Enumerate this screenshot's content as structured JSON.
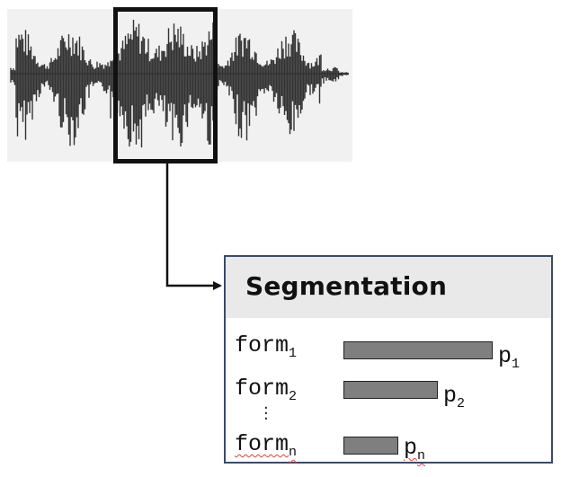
{
  "panel": {
    "title": "Segmentation"
  },
  "rows": [
    {
      "form_base": "form",
      "form_sub": "1",
      "prob_base": "p",
      "prob_sub": "1",
      "value": 0.95
    },
    {
      "form_base": "form",
      "form_sub": "2",
      "prob_base": "p",
      "prob_sub": "2",
      "value": 0.6
    },
    {
      "form_base": "form",
      "form_sub": "n",
      "prob_base": "p",
      "prob_sub": "n",
      "value": 0.35
    }
  ],
  "colors": {
    "waveform": "#333333",
    "waveform_bg": "#f1f1f1",
    "selection_border": "#111111",
    "panel_border": "#3b4a6b",
    "header_bg": "#e9e9e9",
    "bar_fill": "#7f7f7f"
  }
}
